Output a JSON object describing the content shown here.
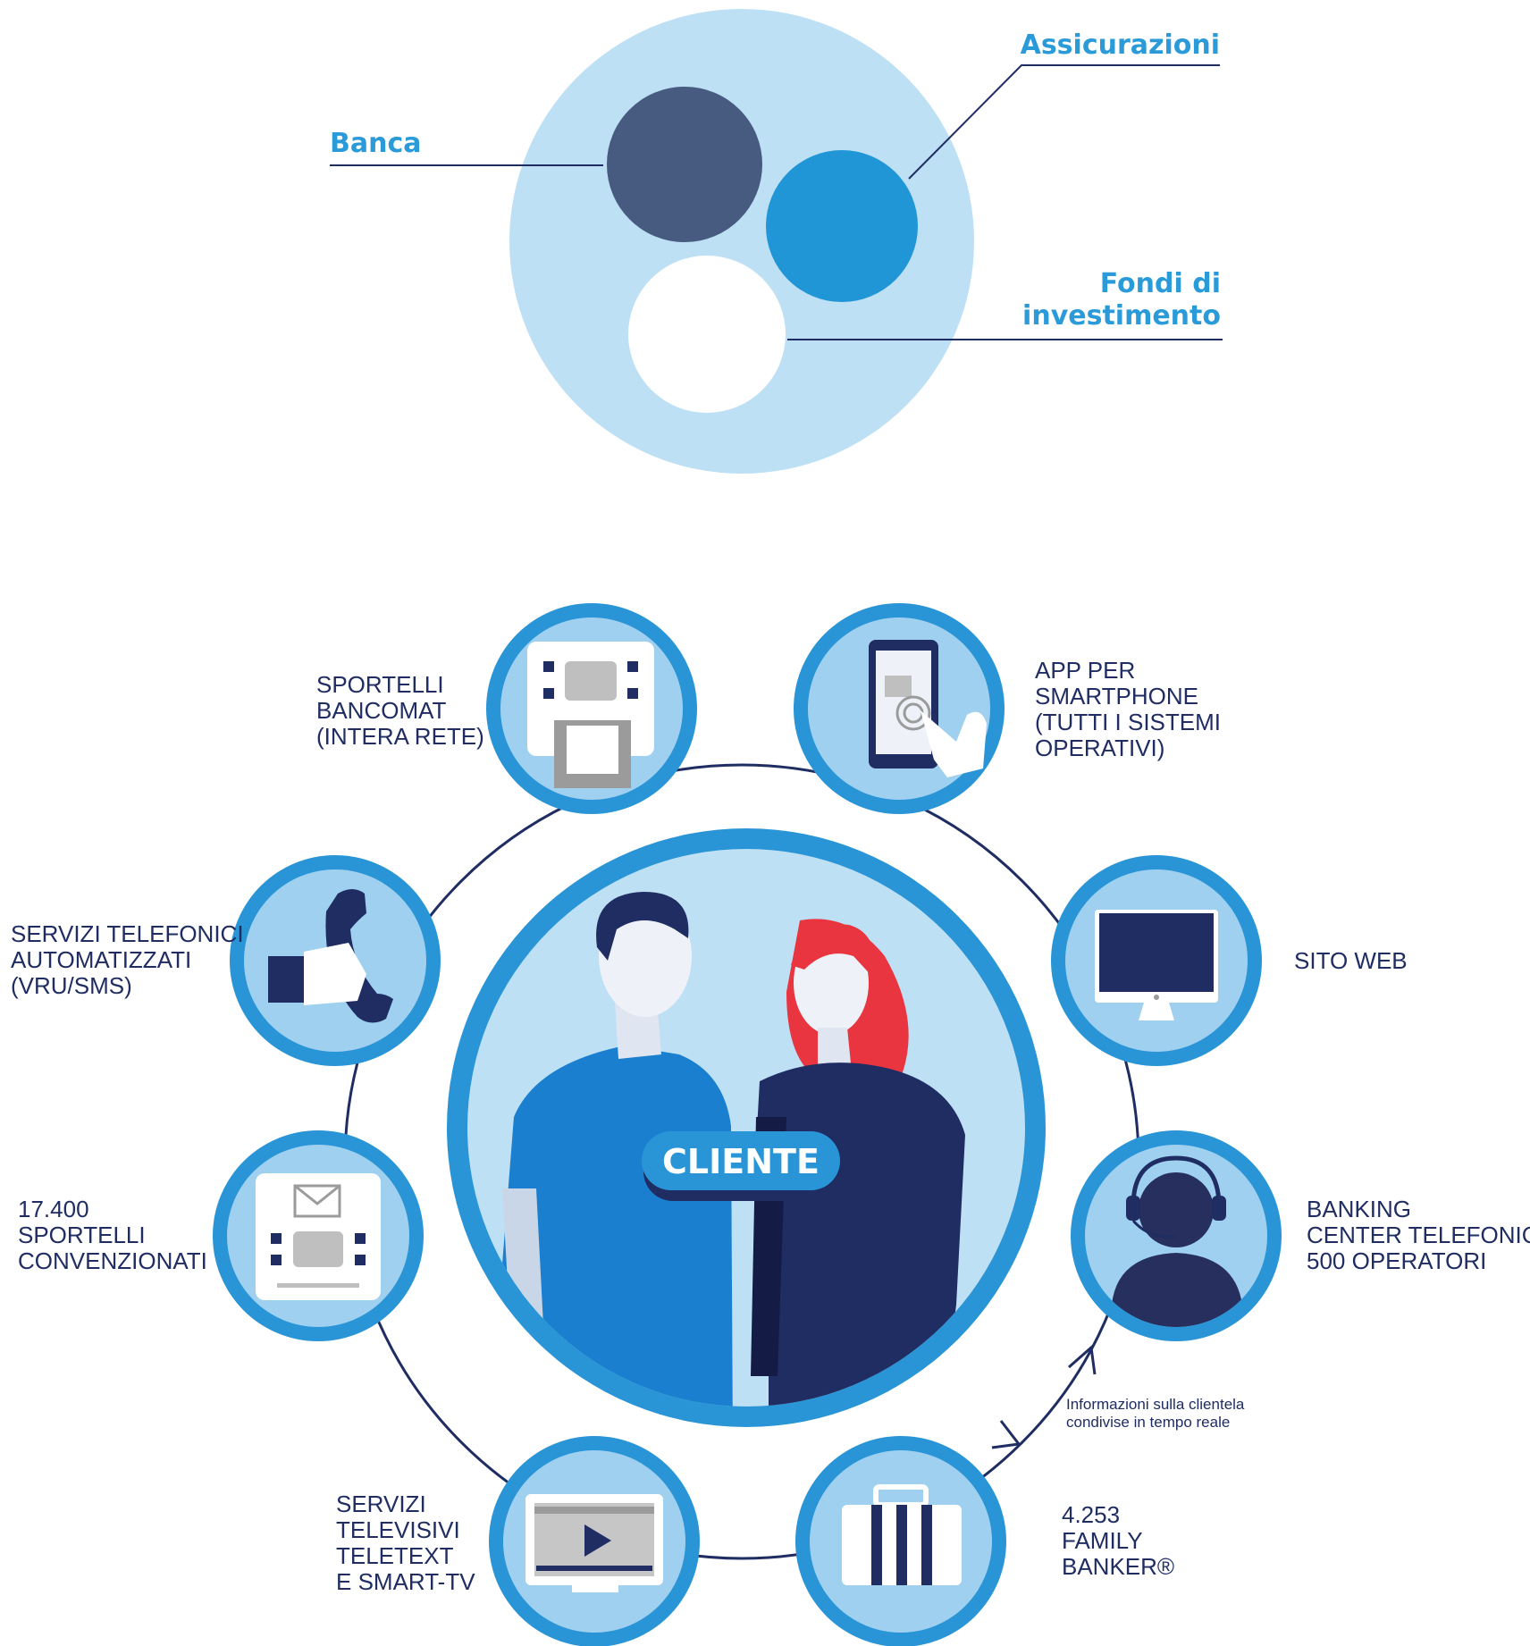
{
  "top_diagram": {
    "banca": "Banca",
    "assicurazioni": "Assicurazioni",
    "fondi_line1": "Fondi di",
    "fondi_line2": "investimento"
  },
  "center": {
    "label": "CLIENTE"
  },
  "channels": {
    "sportelli_bancomat": [
      "SPORTELLI",
      "BANCOMAT",
      "(INTERA RETE)"
    ],
    "app_smartphone": [
      "APP PER",
      "SMARTPHONE",
      "(TUTTI I SISTEMI",
      "OPERATIVI)"
    ],
    "servizi_telefonici": [
      "SERVIZI TELEFONICI",
      "AUTOMATIZZATI",
      "(VRU/SMS)"
    ],
    "sito_web": [
      "SITO WEB"
    ],
    "sportelli_convenzionati": [
      "17.400",
      "SPORTELLI",
      "CONVENZIONATI"
    ],
    "banking_center": [
      "BANKING",
      "CENTER TELEFONICO",
      "500 OPERATORI"
    ],
    "servizi_televisivi": [
      "SERVIZI",
      "TELEVISIVI",
      "TELETEXT",
      "E SMART-TV"
    ],
    "family_banker": [
      "4.253",
      "FAMILY",
      "BANKER®"
    ],
    "info_condivise": [
      "Informazioni sulla clientela",
      "condivise in tempo reale"
    ]
  },
  "colors": {
    "light_blue": "#bde0f4",
    "mid_blue": "#2196d6",
    "dark_navy": "#475a80",
    "navy": "#1f2d63",
    "bright_blue": "#2a9bd8",
    "ring_blue": "#2a95d6",
    "inner_blue": "#9fd0f0",
    "red_hair": "#e8353f"
  }
}
